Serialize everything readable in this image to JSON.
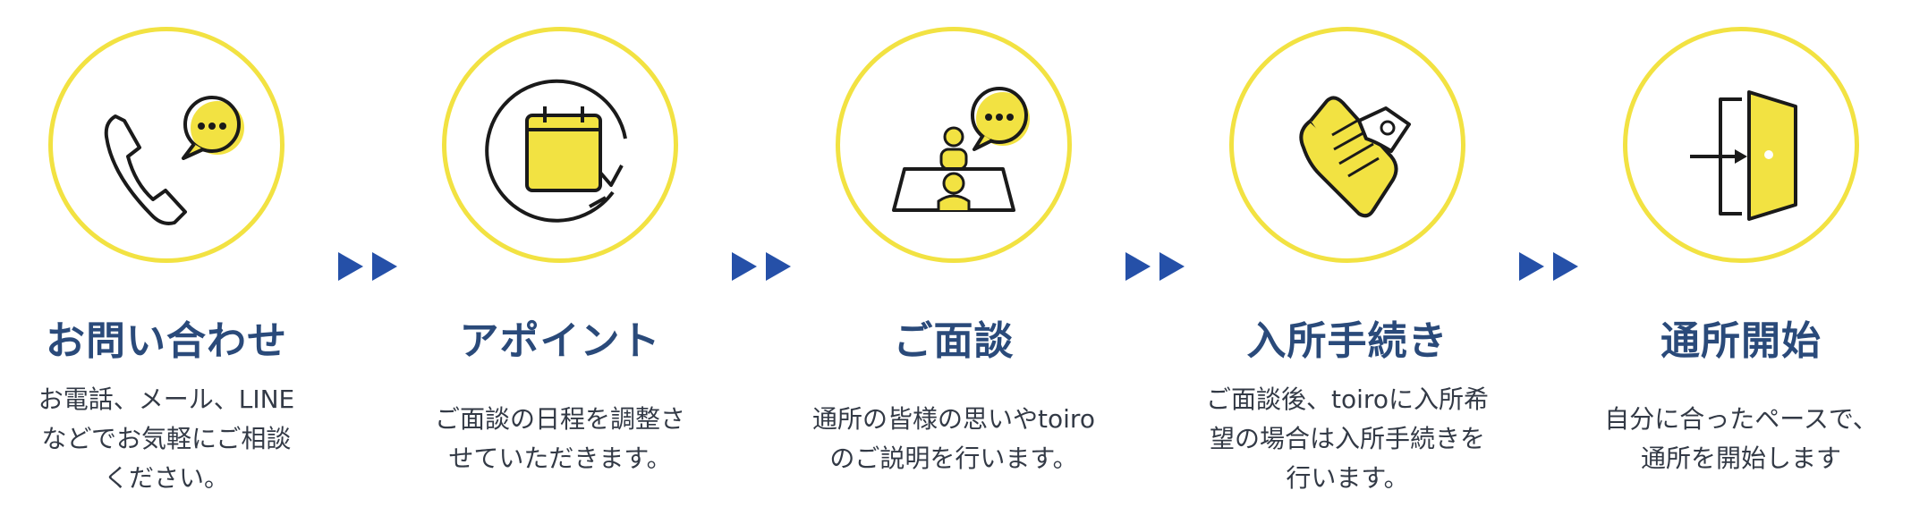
{
  "colors": {
    "accent_yellow": "#f2e242",
    "navy": "#2a4a7a",
    "arrow_blue": "#2550a8",
    "icon_stroke": "#1a1a1a"
  },
  "steps": [
    {
      "icon": "phone-chat-icon",
      "title": "お問い合わせ",
      "desc": "お電話、メール、LINE\nなどでお気軽にご相談\nください。"
    },
    {
      "icon": "calendar-cycle-icon",
      "title": "アポイント",
      "desc": "ご面談の日程を調整さ\nせていただきます。"
    },
    {
      "icon": "consultation-table-icon",
      "title": "ご面談",
      "desc": "通所の皆様の思いやtoiro\nのご説明を行います。"
    },
    {
      "icon": "document-pen-icon",
      "title": "入所手続き",
      "desc": "ご面談後、toiroに入所希\n望の場合は入所手続きを\n行います。"
    },
    {
      "icon": "door-enter-icon",
      "title": "通所開始",
      "desc": "自分に合ったペースで、\n通所を開始します"
    }
  ],
  "connector_icon": "double-chevron-right-icon"
}
